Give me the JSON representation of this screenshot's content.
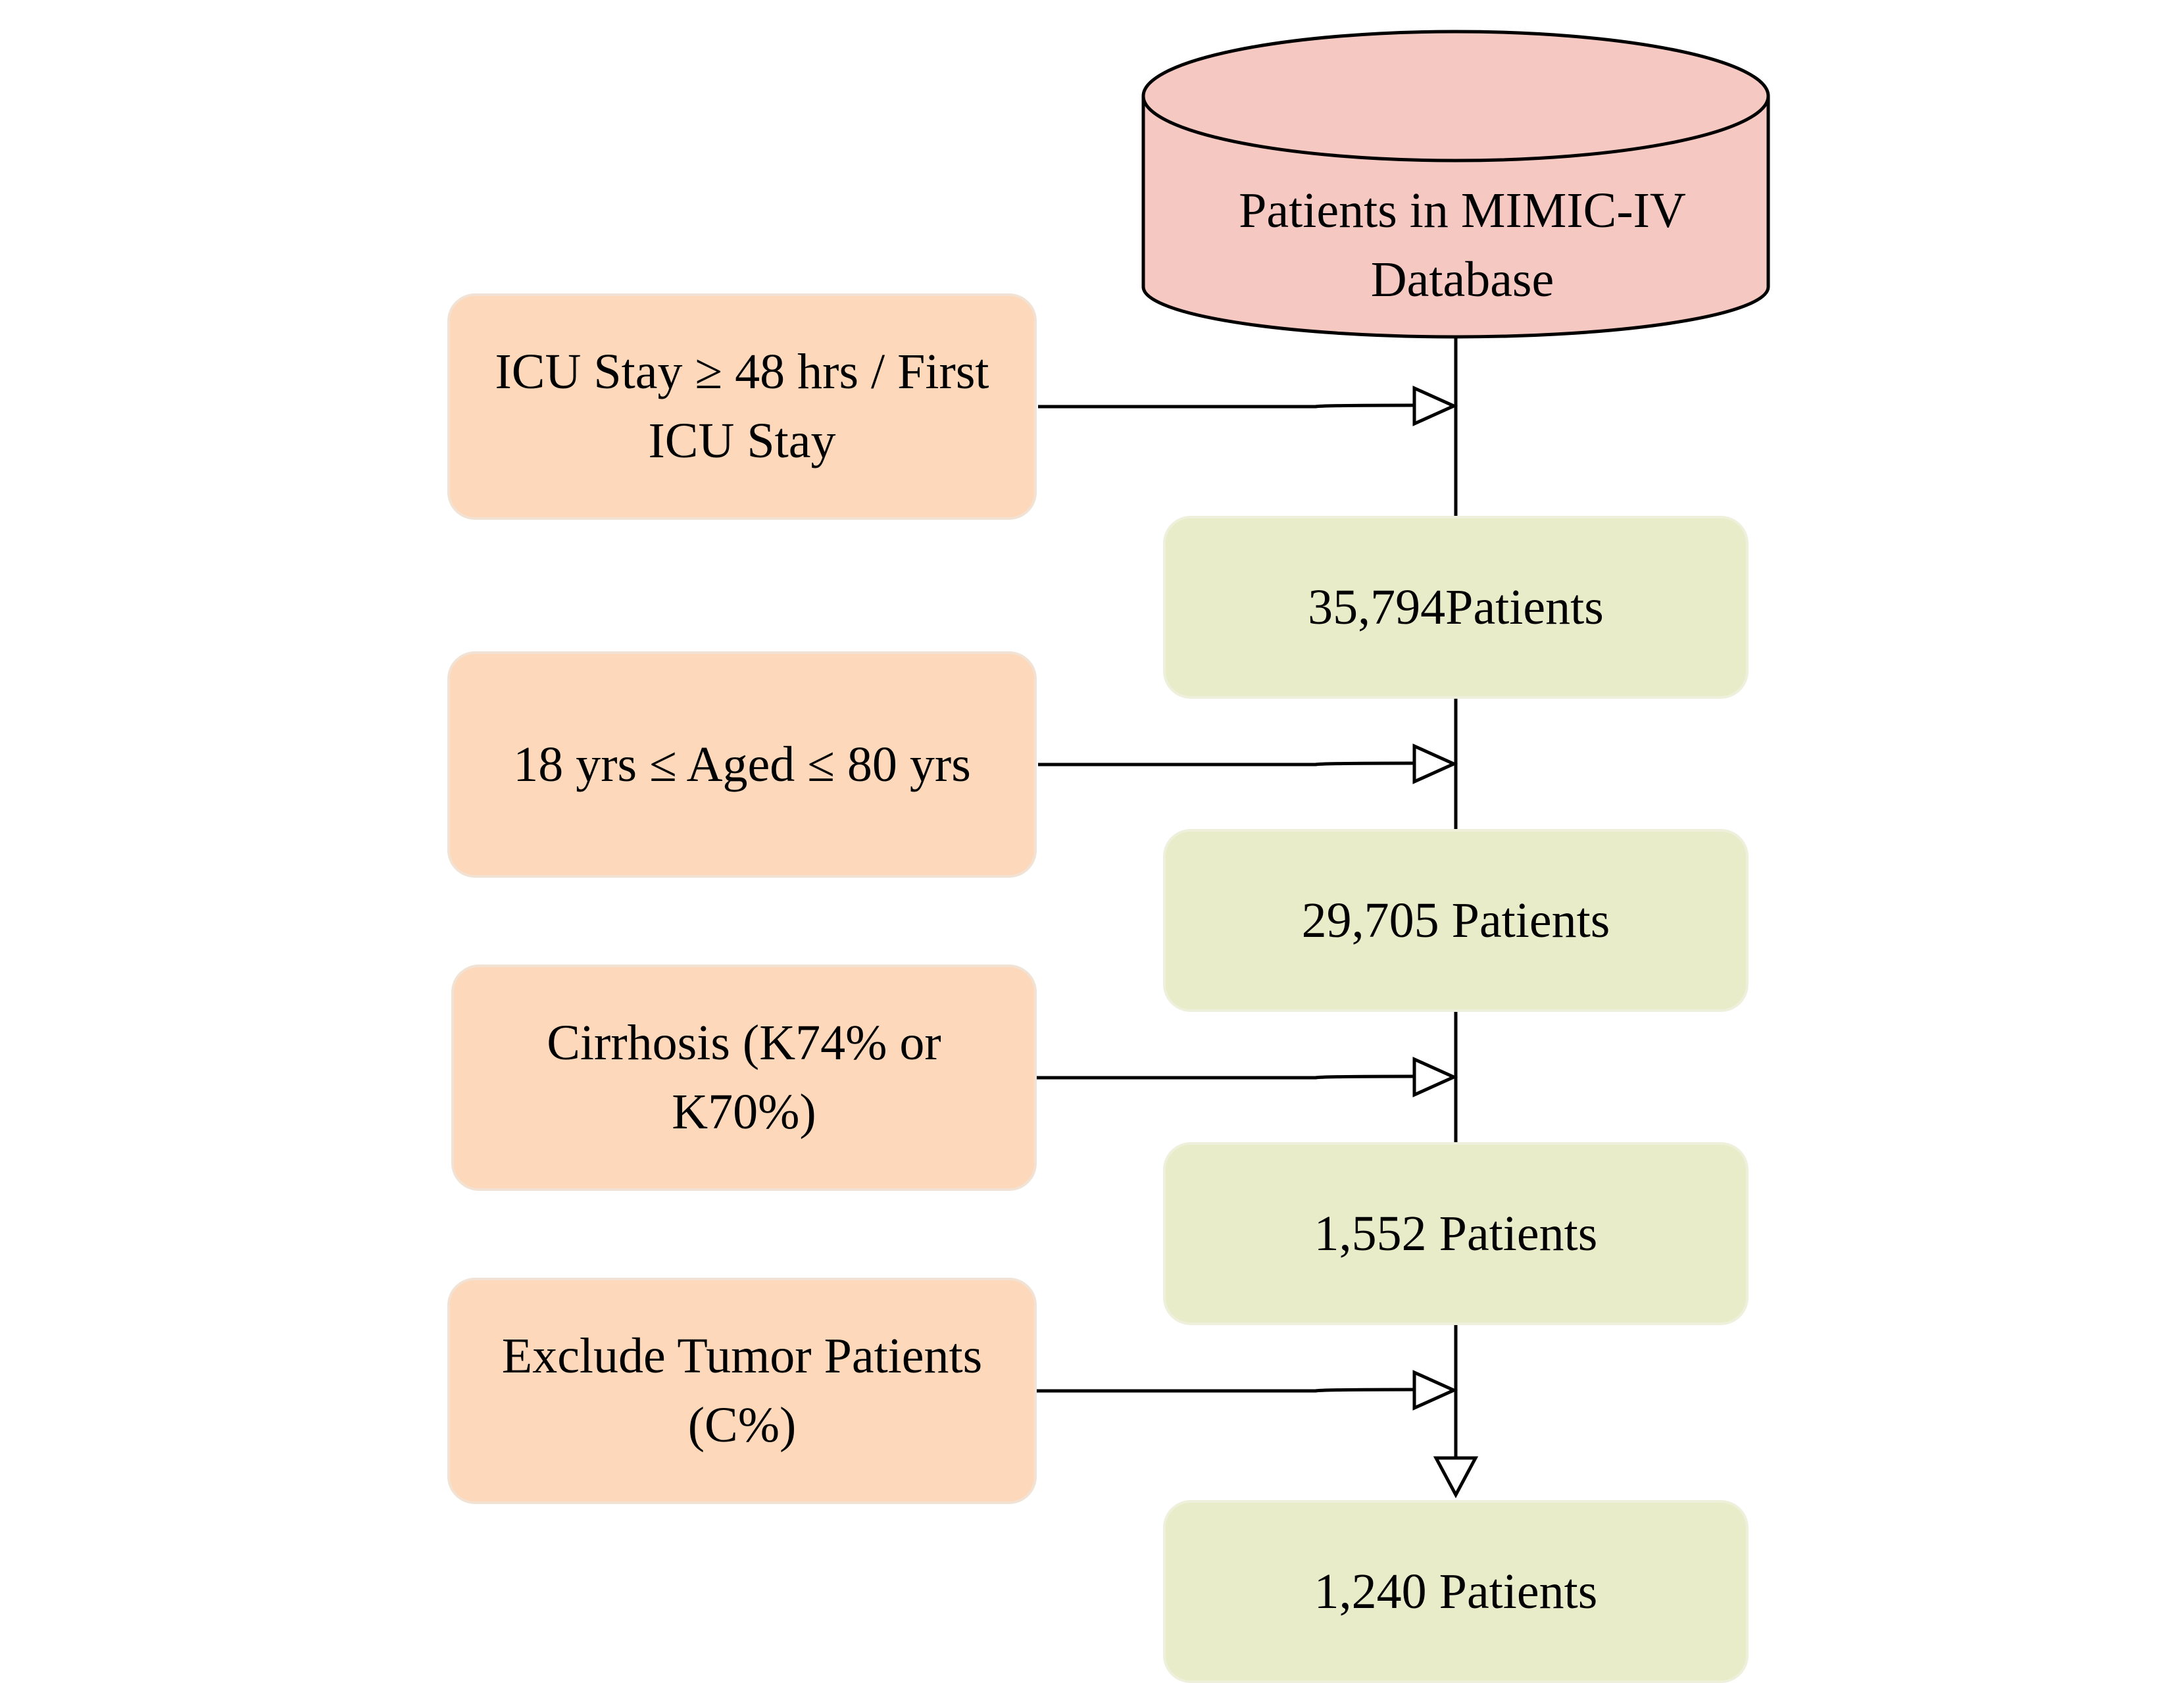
{
  "database": {
    "label": "Patients in MIMIC-IV Database",
    "fill": "#f5c8c2"
  },
  "criteria": [
    {
      "label": "ICU Stay ≥ 48 hrs / First ICU Stay"
    },
    {
      "label": "18 yrs ≤ Aged ≤ 80 yrs"
    },
    {
      "label": "Cirrhosis (K74% or K70%)"
    },
    {
      "label": "Exclude Tumor Patients (C%)"
    }
  ],
  "counts": [
    {
      "label": "35,794Patients"
    },
    {
      "label": "29,705 Patients"
    },
    {
      "label": "1,552 Patients"
    },
    {
      "label": "1,240 Patients"
    }
  ],
  "colors": {
    "criterion_fill": "#fdd8bb",
    "count_fill": "#e8ecc9",
    "line": "#000000"
  }
}
